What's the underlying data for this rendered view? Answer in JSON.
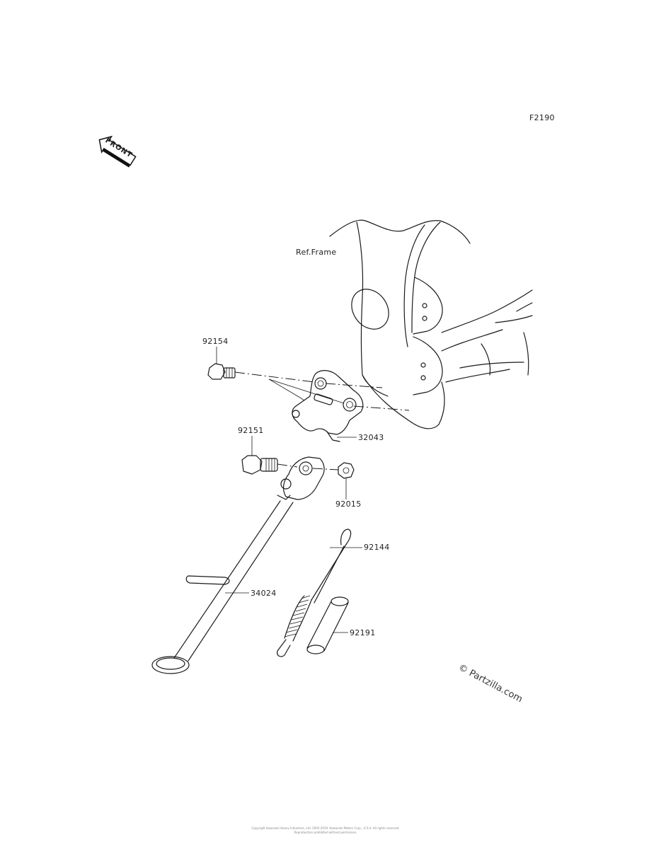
{
  "figure_code": "F2190",
  "front_label": "FRONT",
  "ref_label": "Ref.Frame",
  "parts": [
    {
      "number": "92154"
    },
    {
      "number": "92151"
    },
    {
      "number": "32043"
    },
    {
      "number": "92015"
    },
    {
      "number": "92144"
    },
    {
      "number": "34024"
    },
    {
      "number": "92191"
    }
  ],
  "watermark": "© Partzilla.com",
  "footer": {
    "line1": "Copyright Kawasaki Heavy Industries, Ltd. 2005-2019. Kawasaki Motors Corp., U.S.A. All rights reserved.",
    "line2": "Reproduction prohibited without permission."
  }
}
